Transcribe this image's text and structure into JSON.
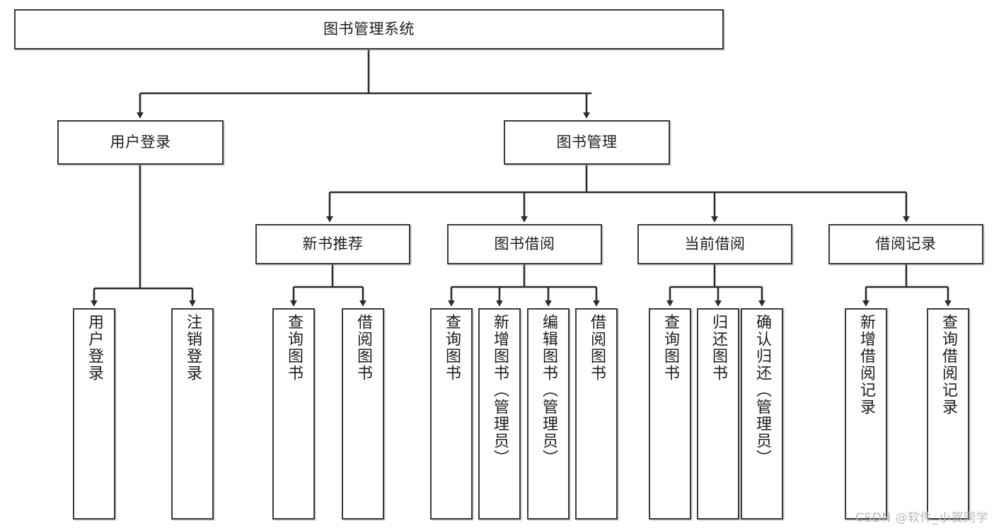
{
  "diagram": {
    "type": "tree-hierarchy",
    "title": "图书管理系统",
    "watermark": "CSDN @软件_小贺同学",
    "colors": {
      "box_border": "#3a3a3a",
      "box_fill": "#ffffff",
      "connector": "#2b2b2b",
      "text": "#1d1d1d",
      "watermark": "#b9b9b9"
    },
    "nodes": {
      "root": {
        "label": "图书管理系统"
      },
      "level2": [
        {
          "label": "用户登录"
        },
        {
          "label": "图书管理"
        }
      ],
      "level3": [
        {
          "label": "新书推荐"
        },
        {
          "label": "图书借阅"
        },
        {
          "label": "当前借阅"
        },
        {
          "label": "借阅记录"
        }
      ],
      "leaves_user_login": [
        {
          "label": "用户登录"
        },
        {
          "label": "注销登录"
        }
      ],
      "leaves_new_book": [
        {
          "label": "查询图书"
        },
        {
          "label": "借阅图书"
        }
      ],
      "leaves_borrow": [
        {
          "label": "查询图书"
        },
        {
          "label": "新增图书（管理员）"
        },
        {
          "label": "编辑图书（管理员）"
        },
        {
          "label": "借阅图书"
        }
      ],
      "leaves_current": [
        {
          "label": "查询图书"
        },
        {
          "label": "归还图书"
        },
        {
          "label": "确认归还（管理员）"
        }
      ],
      "leaves_records": [
        {
          "label": "新增借阅记录"
        },
        {
          "label": "查询借阅记录"
        }
      ]
    }
  }
}
